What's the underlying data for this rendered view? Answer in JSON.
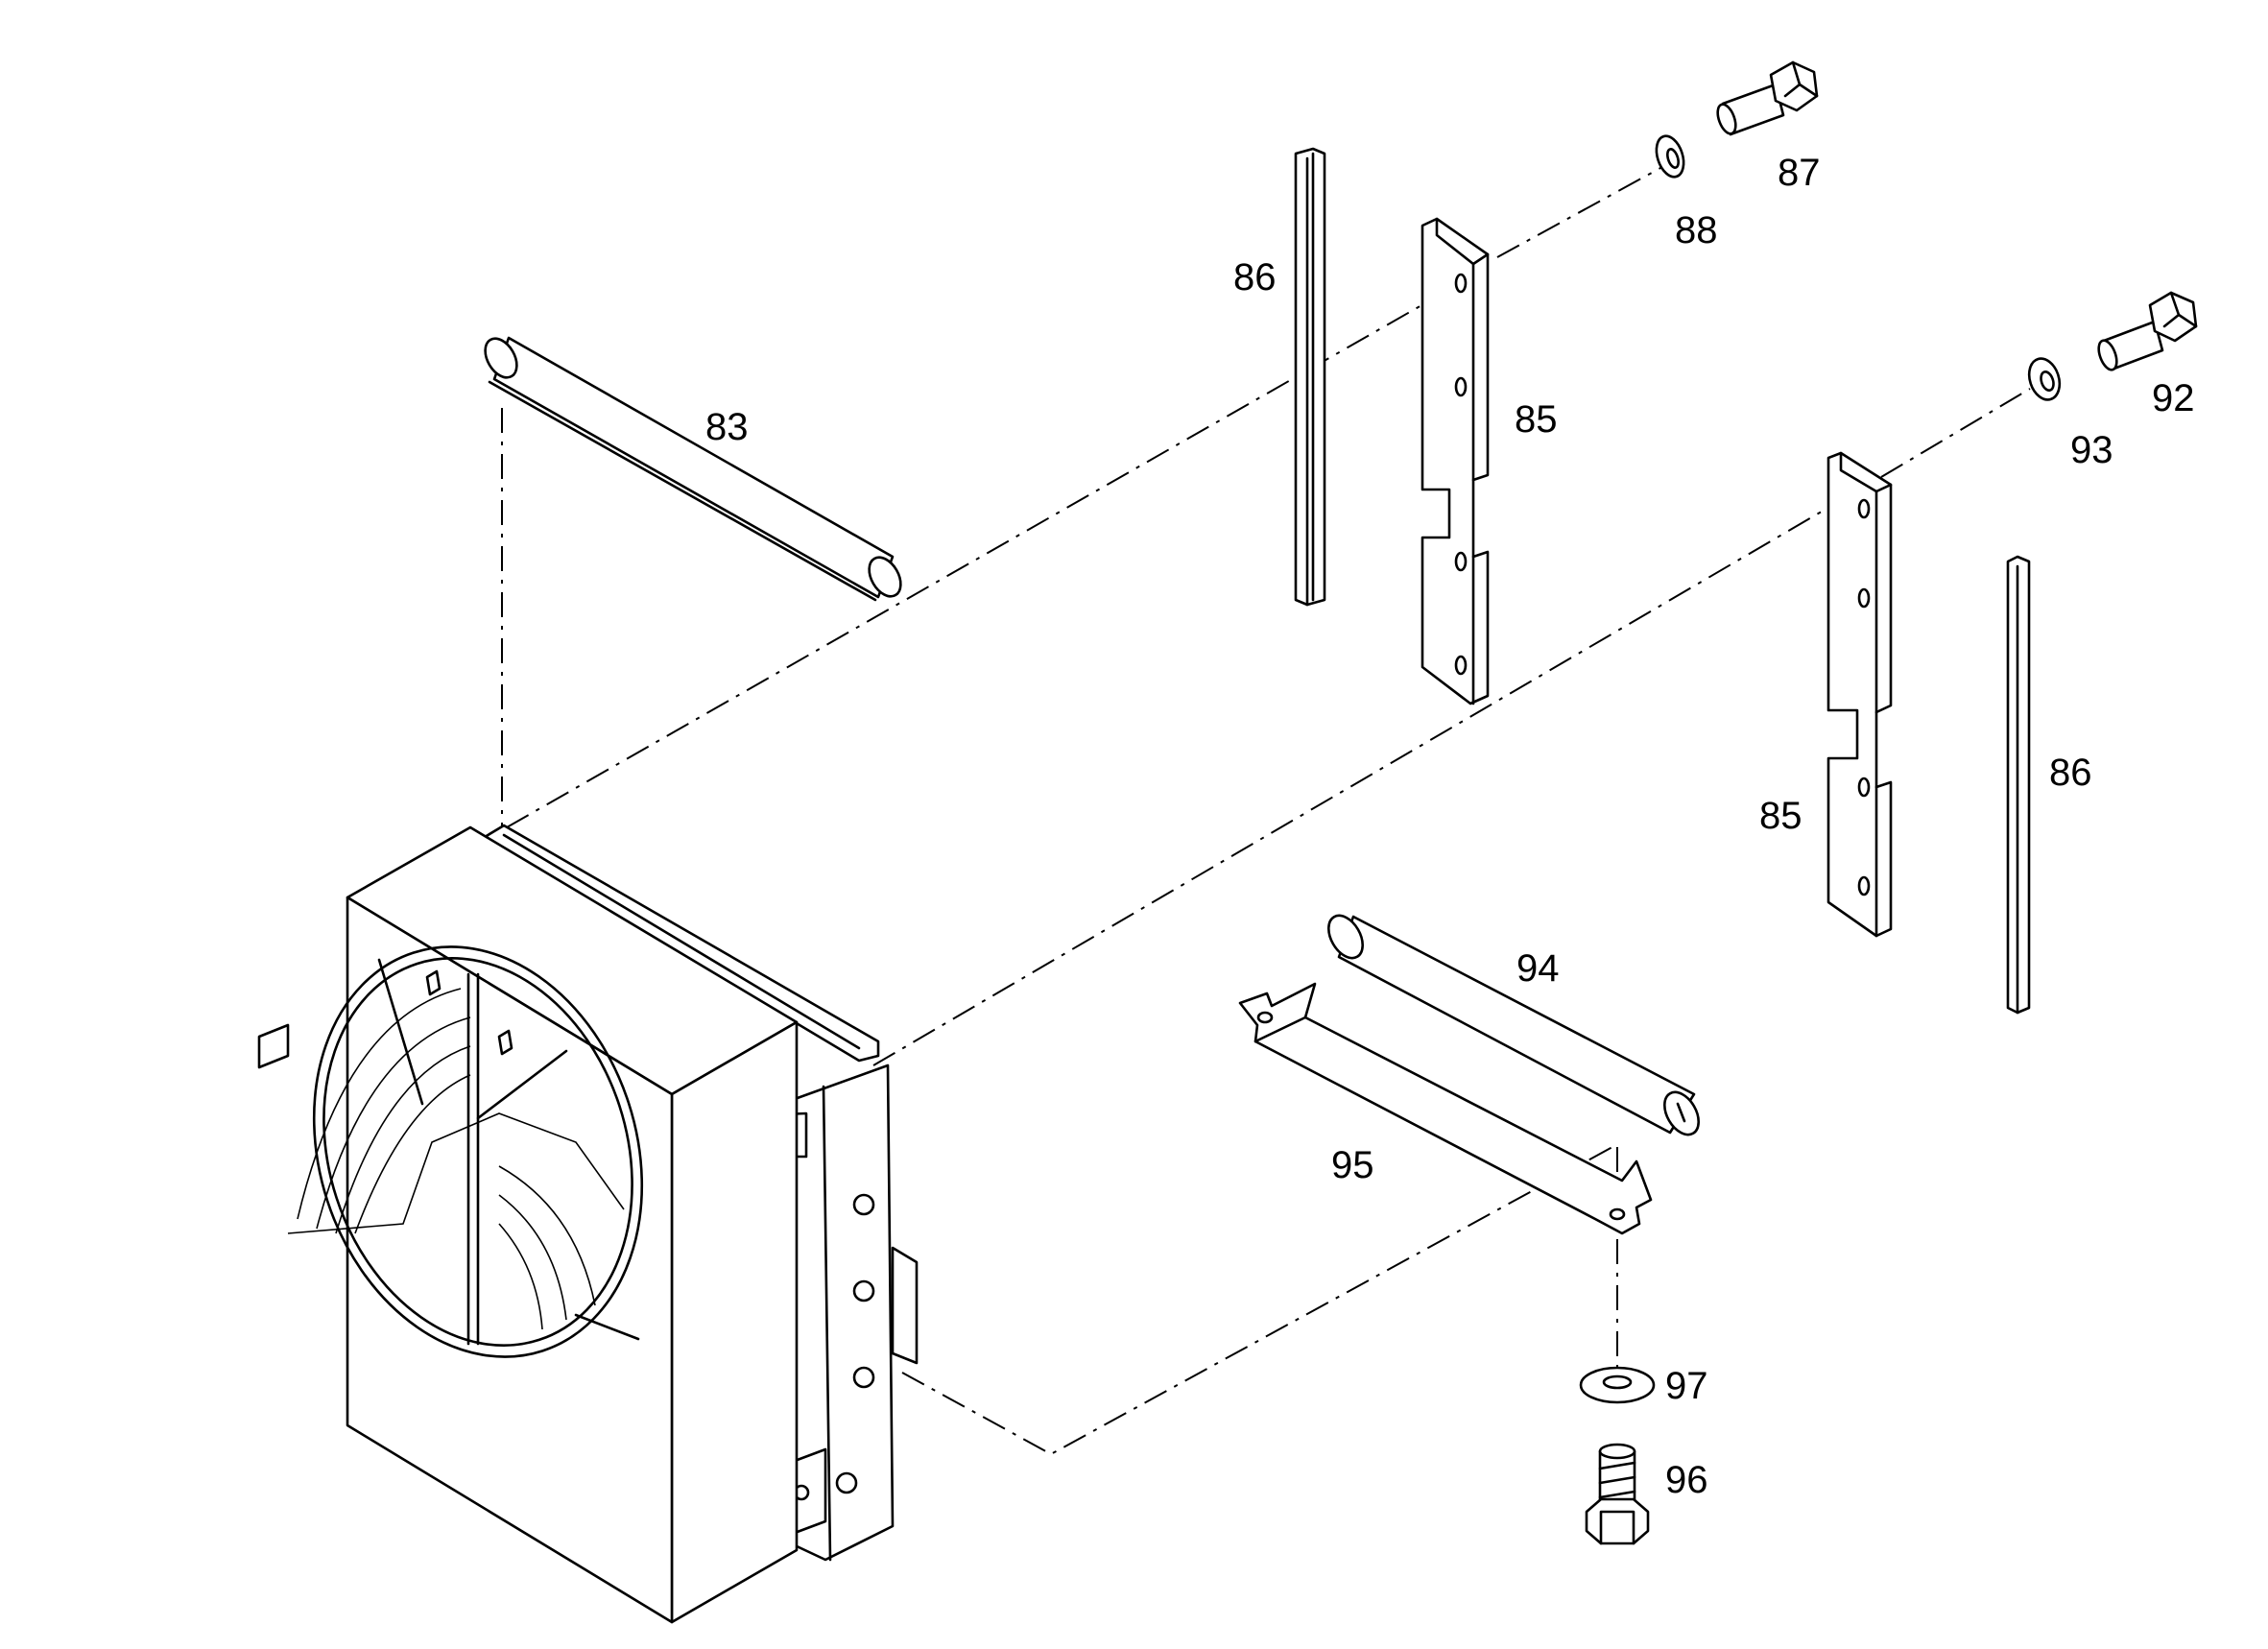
{
  "callouts": {
    "p83": "83",
    "p85a": "85",
    "p85b": "85",
    "p86a": "86",
    "p86b": "86",
    "p87": "87",
    "p88": "88",
    "p92": "92",
    "p93": "93",
    "p94": "94",
    "p95": "95",
    "p96": "96",
    "p97": "97"
  }
}
